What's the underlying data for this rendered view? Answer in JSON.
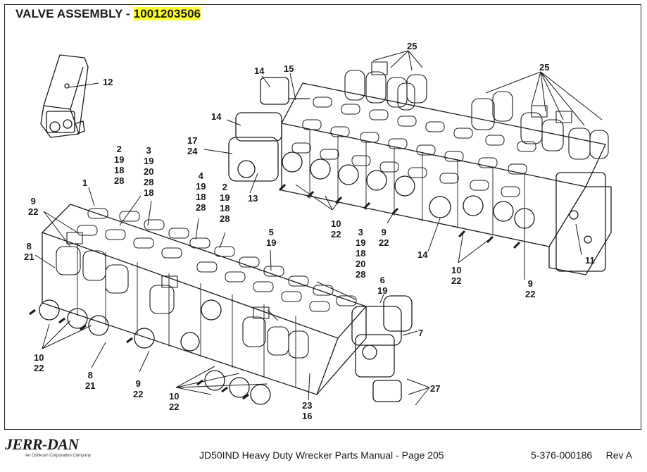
{
  "header": {
    "title_prefix": "VALVE ASSEMBLY - ",
    "part_number": "1001203506",
    "highlight_color": "#ffff33"
  },
  "callouts": [
    {
      "id": "c12",
      "lines": [
        "12"
      ]
    },
    {
      "id": "c14a",
      "lines": [
        "14"
      ]
    },
    {
      "id": "c15",
      "lines": [
        "15"
      ]
    },
    {
      "id": "c25a",
      "lines": [
        "25"
      ]
    },
    {
      "id": "c25b",
      "lines": [
        "25"
      ]
    },
    {
      "id": "c14b",
      "lines": [
        "14"
      ]
    },
    {
      "id": "c17",
      "lines": [
        "17",
        "24"
      ]
    },
    {
      "id": "c2a",
      "lines": [
        "2",
        "19",
        "18",
        "28"
      ]
    },
    {
      "id": "c3a",
      "lines": [
        "3",
        "19",
        "20",
        "28",
        "18"
      ]
    },
    {
      "id": "c4",
      "lines": [
        "4",
        "19",
        "18",
        "28"
      ]
    },
    {
      "id": "c2b",
      "lines": [
        "2",
        "19",
        "18",
        "28"
      ]
    },
    {
      "id": "c13",
      "lines": [
        "13"
      ]
    },
    {
      "id": "c1",
      "lines": [
        "1"
      ]
    },
    {
      "id": "c9a",
      "lines": [
        "9",
        "22"
      ]
    },
    {
      "id": "c8a",
      "lines": [
        "8",
        "21"
      ]
    },
    {
      "id": "c5",
      "lines": [
        "5",
        "19"
      ]
    },
    {
      "id": "c10a",
      "lines": [
        "10",
        "22"
      ]
    },
    {
      "id": "c3b",
      "lines": [
        "3",
        "19",
        "18",
        "20",
        "28"
      ]
    },
    {
      "id": "c9b",
      "lines": [
        "9",
        "22"
      ]
    },
    {
      "id": "c14c",
      "lines": [
        "14"
      ]
    },
    {
      "id": "c10b",
      "lines": [
        "10",
        "22"
      ]
    },
    {
      "id": "c9c",
      "lines": [
        "9",
        "22"
      ]
    },
    {
      "id": "c11",
      "lines": [
        "11"
      ]
    },
    {
      "id": "c6",
      "lines": [
        "6",
        "19"
      ]
    },
    {
      "id": "c7",
      "lines": [
        "7"
      ]
    },
    {
      "id": "c10c",
      "lines": [
        "10",
        "22"
      ]
    },
    {
      "id": "c8b",
      "lines": [
        "8",
        "21"
      ]
    },
    {
      "id": "c9d",
      "lines": [
        "9",
        "22"
      ]
    },
    {
      "id": "c10d",
      "lines": [
        "10",
        "22"
      ]
    },
    {
      "id": "c23",
      "lines": [
        "23",
        "16"
      ]
    },
    {
      "id": "c27",
      "lines": [
        "27"
      ]
    }
  ],
  "footer": {
    "logo": "JERR-DAN",
    "logo_sub": "An Oshkosh Corporation Company",
    "manual": "JD50IND Heavy Duty Wrecker Parts Manual - Page 205",
    "docnum": "5-376-000186     Rev A"
  }
}
